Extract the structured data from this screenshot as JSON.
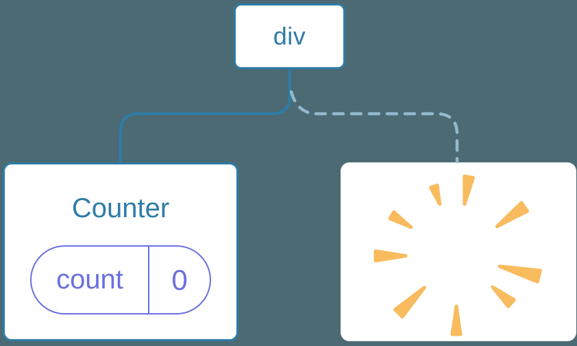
{
  "diagram": {
    "root": {
      "label": "div"
    },
    "counter": {
      "title": "Counter",
      "state": {
        "key": "count",
        "value": "0"
      }
    },
    "removed": {
      "icon": "poof-explosion-icon",
      "meaning": "component removed / state destroyed"
    }
  },
  "colors": {
    "background": "#4c6a73",
    "node_border": "#2e7ca7",
    "node_text": "#2e7ca7",
    "connector_solid": "#2e7ca7",
    "connector_dashed": "#92b9cd",
    "state_accent": "#6a6fdf",
    "burst": "#f8bb5e",
    "card_background": "#ffffff"
  }
}
